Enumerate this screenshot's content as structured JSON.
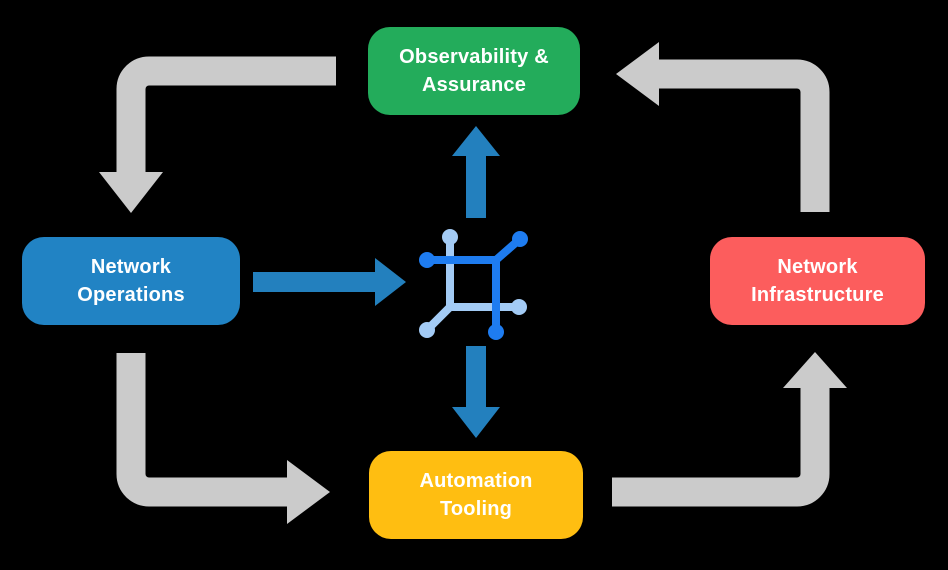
{
  "canvas": {
    "background": "#000000"
  },
  "nodes": {
    "observability": {
      "label": "Observability &\nAssurance",
      "color": "#23AC5B",
      "text_color": "#FFFFFF"
    },
    "operations": {
      "label": "Network\nOperations",
      "color": "#2183C4",
      "text_color": "#FFFFFF"
    },
    "infrastructure": {
      "label": "Network\nInfrastructure",
      "color": "#FC5D5D",
      "text_color": "#FFFFFF"
    },
    "automation": {
      "label": "Automation\nTooling",
      "color": "#FFBE11",
      "text_color": "#FFFFFF"
    }
  },
  "arrows": {
    "cycle_color": "#CBCBCB",
    "data_flow_color": "#2380BE"
  },
  "center_icon": {
    "name": "network-mesh-icon",
    "dark_blue": "#1E7CF0",
    "light_blue": "#A3CBF5"
  }
}
